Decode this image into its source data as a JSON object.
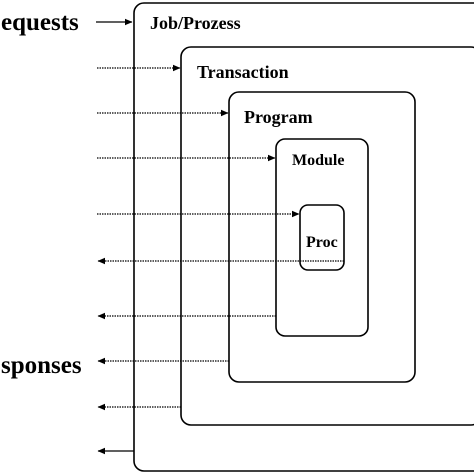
{
  "side_labels": {
    "requests": "equests",
    "responses": "sponses"
  },
  "boxes": {
    "job": "Job/Prozess",
    "transaction": "Transaction",
    "program": "Program",
    "module": "Module",
    "proc": "Proc"
  }
}
